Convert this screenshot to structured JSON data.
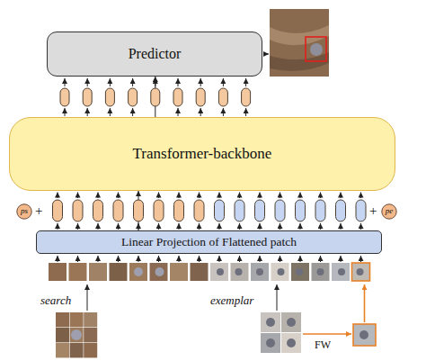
{
  "diagram": {
    "nodes": [
      {
        "text": [
          "Predictor"
        ]
      },
      {
        "text": [
          "Transformer-backbone"
        ]
      },
      {
        "text": [
          "ps"
        ]
      },
      {
        "text": [
          "pe"
        ]
      },
      {
        "text": [
          "Linear Projection of Flattened patch"
        ]
      }
    ],
    "edges": [
      {
        "from": 1,
        "to": 0,
        "arrow": "to"
      },
      {
        "from": 4,
        "to": 1,
        "arrow": "to"
      }
    ],
    "labels": [
      "search",
      "exemplar",
      "FW",
      "+",
      "+"
    ]
  }
}
